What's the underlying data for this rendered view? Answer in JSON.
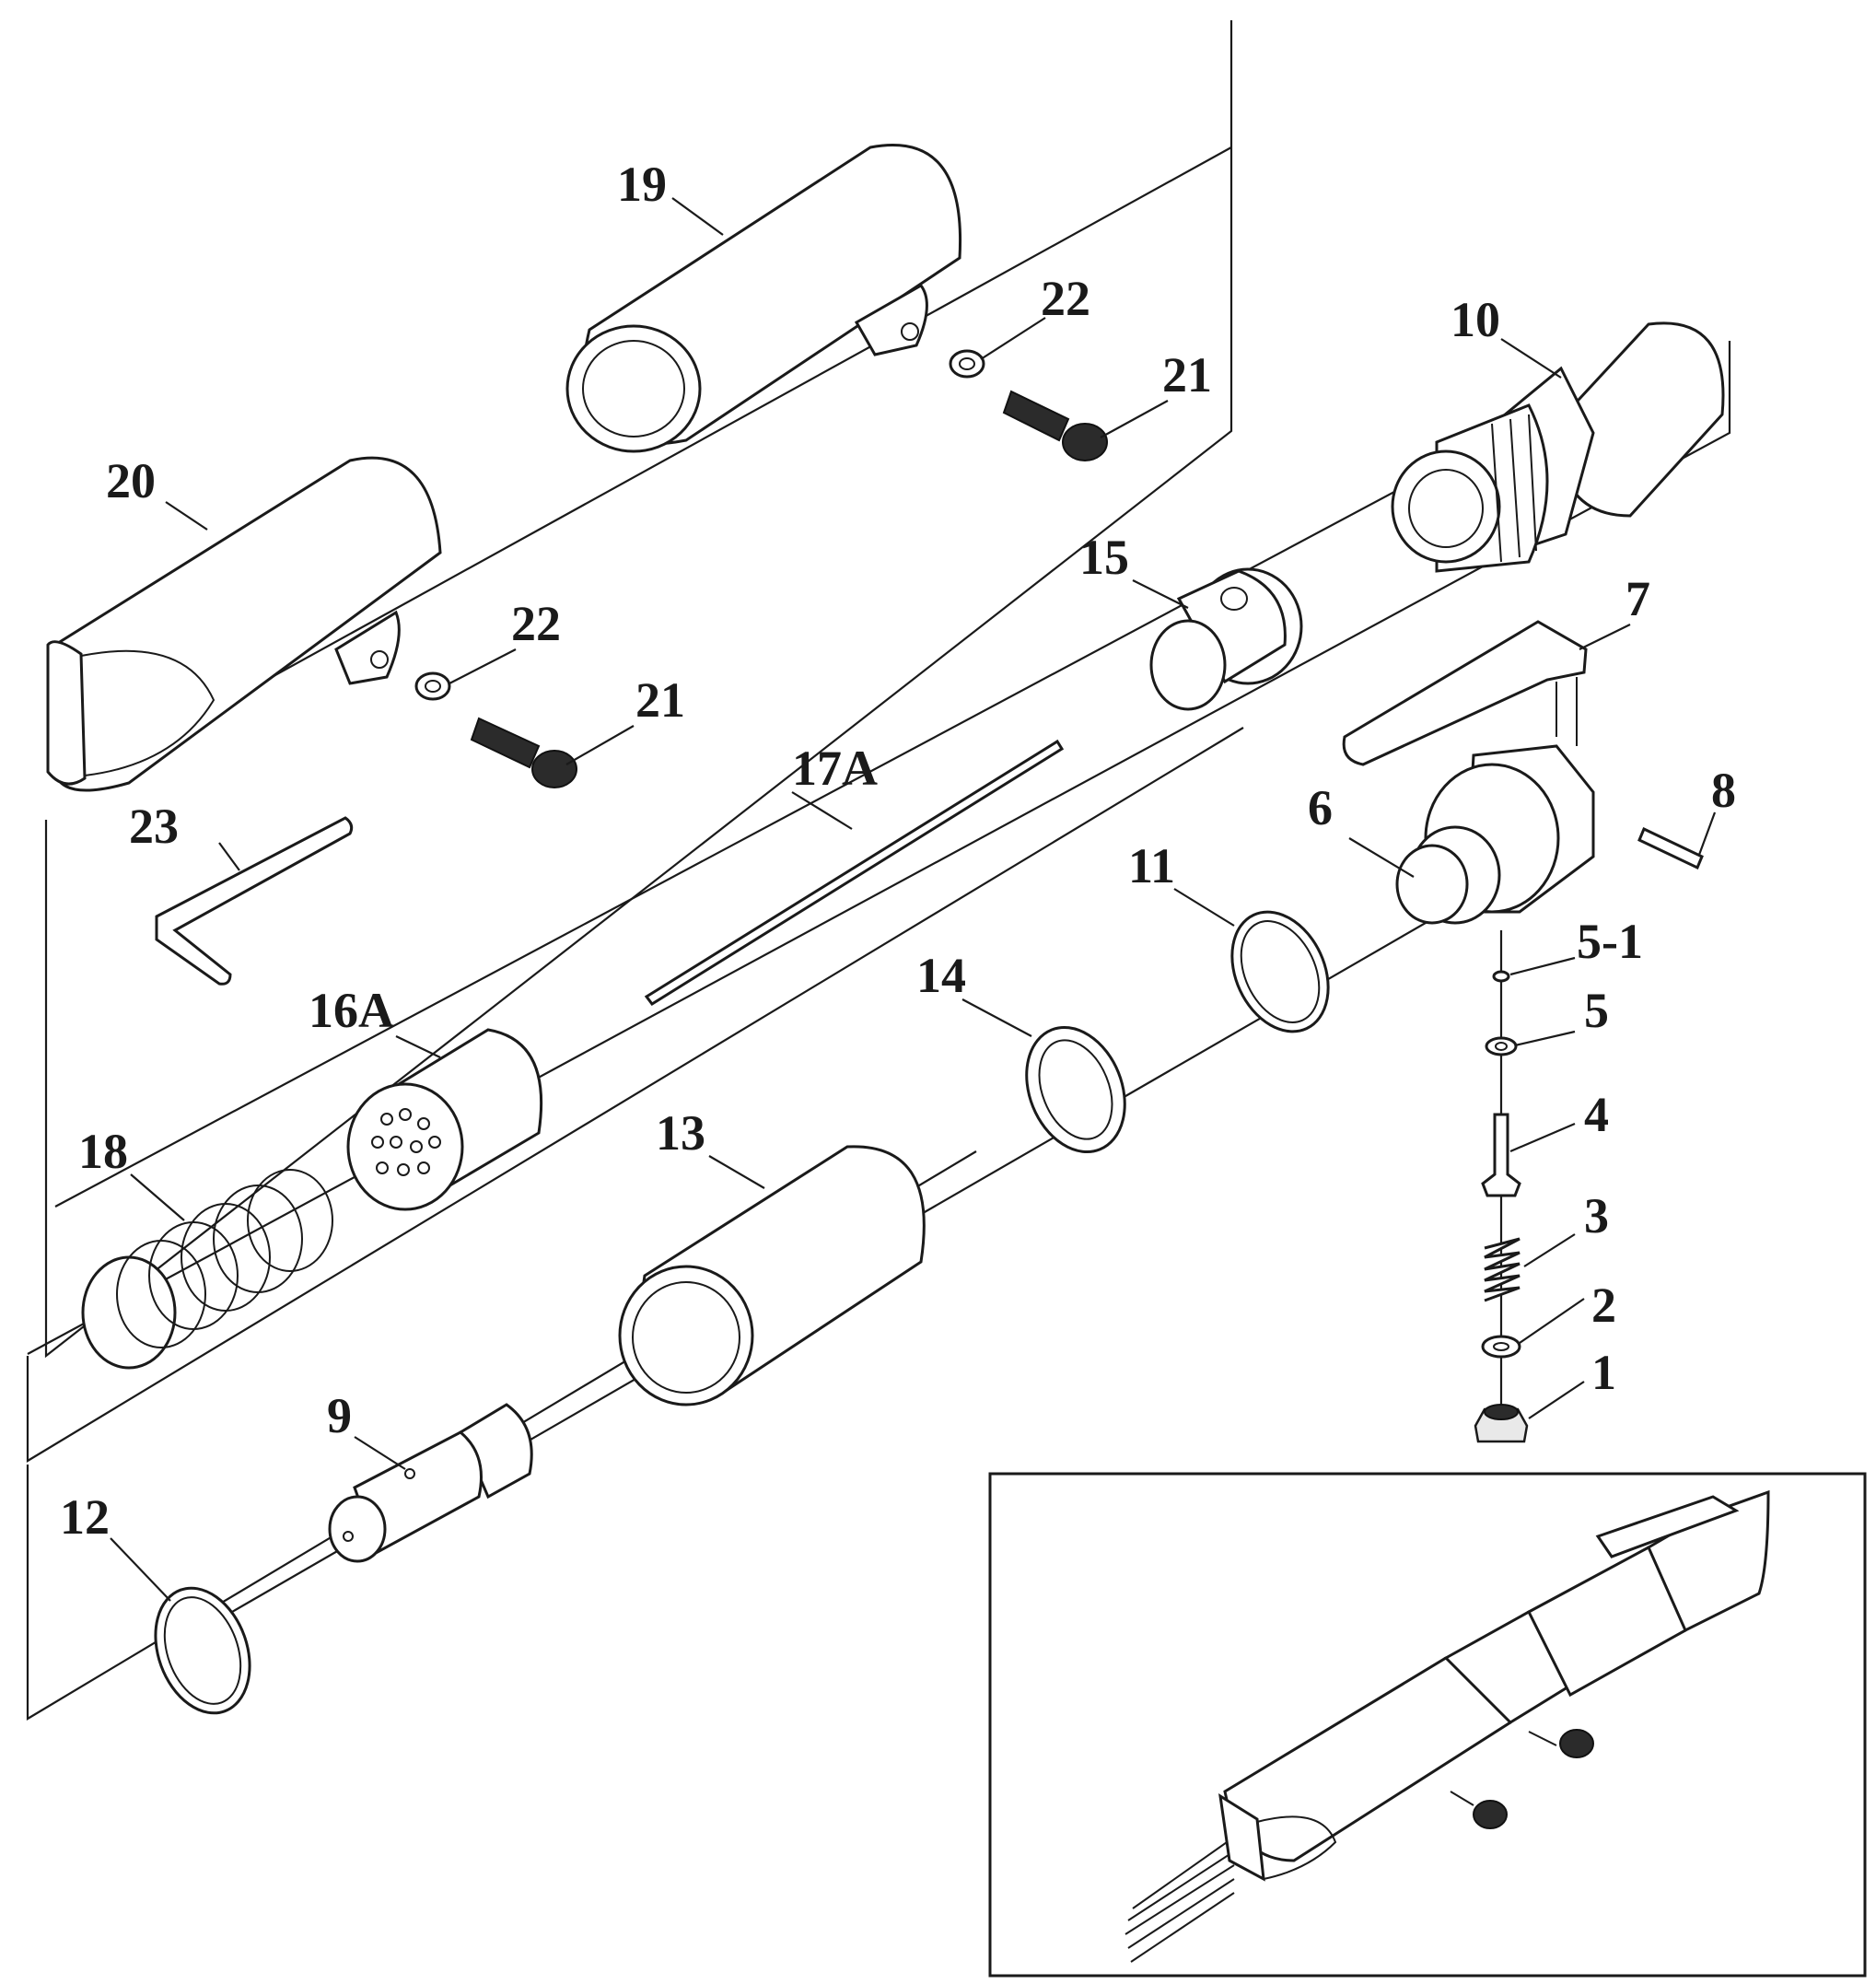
{
  "labels": {
    "p1": "1",
    "p2": "2",
    "p3": "3",
    "p4": "4",
    "p5": "5",
    "p5_1": "5-1",
    "p6": "6",
    "p7": "7",
    "p8": "8",
    "p9": "9",
    "p10": "10",
    "p11": "11",
    "p12": "12",
    "p13": "13",
    "p14": "14",
    "p15": "15",
    "p16a": "16A",
    "p17a": "17A",
    "p18": "18",
    "p19": "19",
    "p20": "20",
    "p21a": "21",
    "p21b": "21",
    "p22a": "22",
    "p22b": "22",
    "p23": "23"
  },
  "colors": {
    "line": "#1a1a1a",
    "background": "#ffffff"
  }
}
